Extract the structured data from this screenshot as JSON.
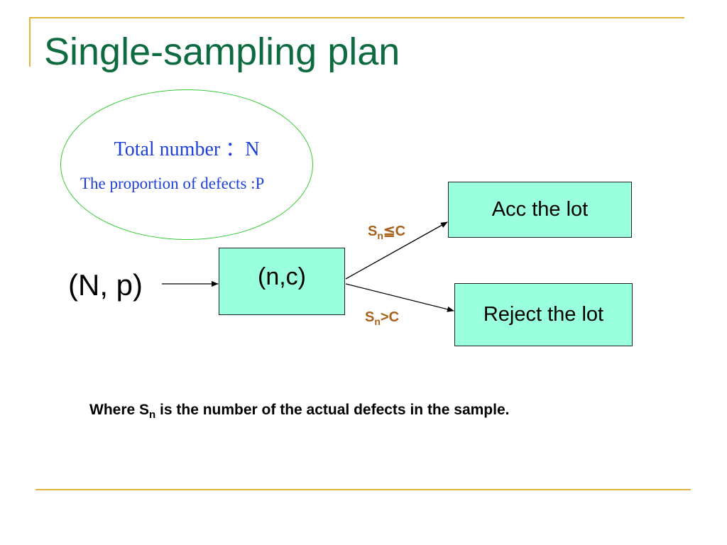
{
  "slide": {
    "title": "Single-sampling plan",
    "oval": {
      "line1": "Total number ：N",
      "line2": "The proportion of defects :P"
    },
    "input_label": "(N, p)",
    "process_box": "(n,c)",
    "accept_box": "Acc the lot",
    "reject_box": "Reject the lot",
    "accept_condition": {
      "base": "S",
      "sub": "n",
      "rest": "≦C"
    },
    "reject_condition": {
      "base": "S",
      "sub": "n",
      "rest": ">C"
    },
    "footnote": {
      "before": "Where S",
      "sub": "n",
      "after": " is the number of the actual defects in the sample."
    }
  },
  "colors": {
    "title": "#0d6b3f",
    "frame_accent": "#e0b33a",
    "oval_border": "#33cc33",
    "oval_text": "#1e3fd8",
    "box_fill": "#99ffdd",
    "condition_text": "#a8601a"
  }
}
